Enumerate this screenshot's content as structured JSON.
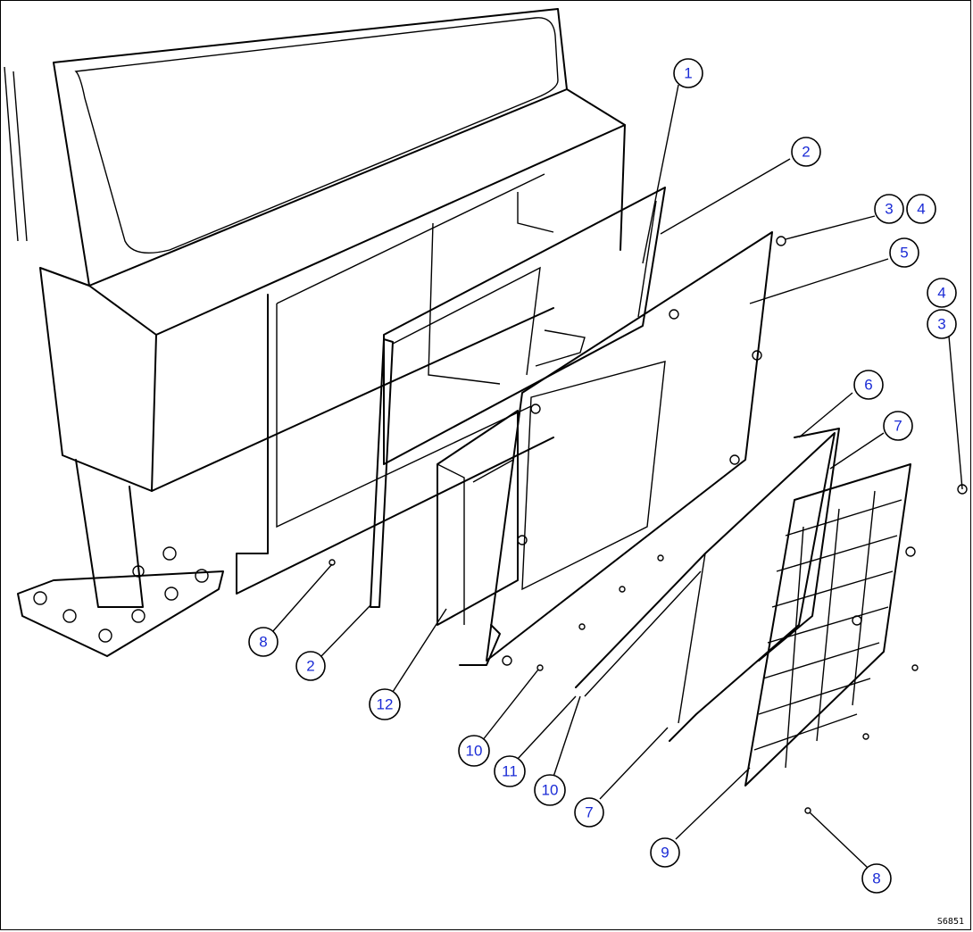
{
  "drawing_code": "S6851",
  "callouts": [
    {
      "id": "c1",
      "label": "1"
    },
    {
      "id": "c2a",
      "label": "2"
    },
    {
      "id": "c3a",
      "label": "3"
    },
    {
      "id": "c4a",
      "label": "4"
    },
    {
      "id": "c5",
      "label": "5"
    },
    {
      "id": "c4b",
      "label": "4"
    },
    {
      "id": "c3b",
      "label": "3"
    },
    {
      "id": "c6",
      "label": "6"
    },
    {
      "id": "c7a",
      "label": "7"
    },
    {
      "id": "c8a",
      "label": "8"
    },
    {
      "id": "c2b",
      "label": "2"
    },
    {
      "id": "c12",
      "label": "12"
    },
    {
      "id": "c10a",
      "label": "10"
    },
    {
      "id": "c11",
      "label": "11"
    },
    {
      "id": "c10b",
      "label": "10"
    },
    {
      "id": "c7b",
      "label": "7"
    },
    {
      "id": "c9",
      "label": "9"
    },
    {
      "id": "c8b",
      "label": "8"
    }
  ],
  "colors": {
    "callout_text": "#1a2bd6",
    "line": "#000000"
  }
}
